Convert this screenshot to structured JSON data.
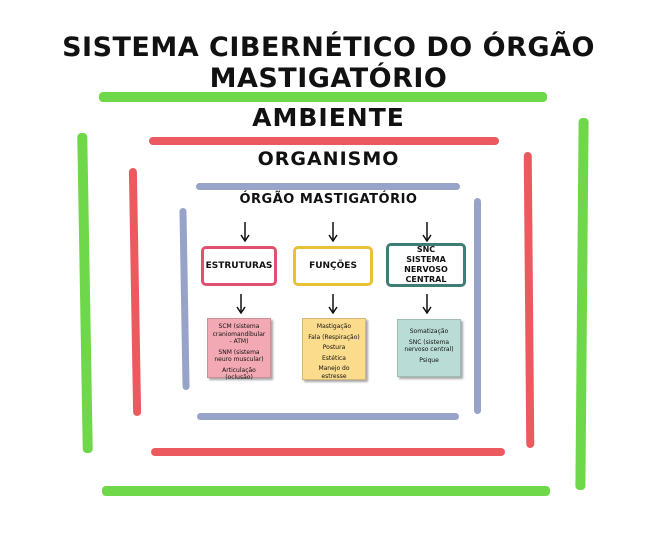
{
  "title": "SISTEMA CIBERNÉTICO DO ÓRGÃO MASTIGATÓRIO",
  "levels": {
    "ambiente": "AMBIENTE",
    "organismo": "ORGANISMO",
    "orgao": "ÓRGÃO MASTIGATÓRIO"
  },
  "boxes": [
    {
      "label": "ESTRUTURAS",
      "color": "#e0506f"
    },
    {
      "label": "FUNÇÕES",
      "color": "#e8c236"
    },
    {
      "label_line1": "SNC",
      "label_line2": "SISTEMA NERVOSO",
      "label_line3": "CENTRAL",
      "color": "#3d7d74"
    }
  ],
  "notes": {
    "estruturas": [
      "SCM (sistema craniomandibular - ATM)",
      "SNM (sistema neuro muscular)",
      "Articulação (oclusão)"
    ],
    "funcoes": [
      "Mastigação",
      "Fala (Respiração)",
      "Postura",
      "Estética",
      "Manejo do estresse"
    ],
    "snc": [
      "Somatização",
      "SNC (sistema nervoso central)",
      "Psique"
    ]
  },
  "colors": {
    "ambiente_frame": "#6fd84a",
    "organismo_frame": "#ec5a5f",
    "orgao_frame": "#97a3c9",
    "note_pink": "#f2a9b3",
    "note_yellow": "#fbdb8c",
    "note_teal": "#b9ddd6"
  }
}
